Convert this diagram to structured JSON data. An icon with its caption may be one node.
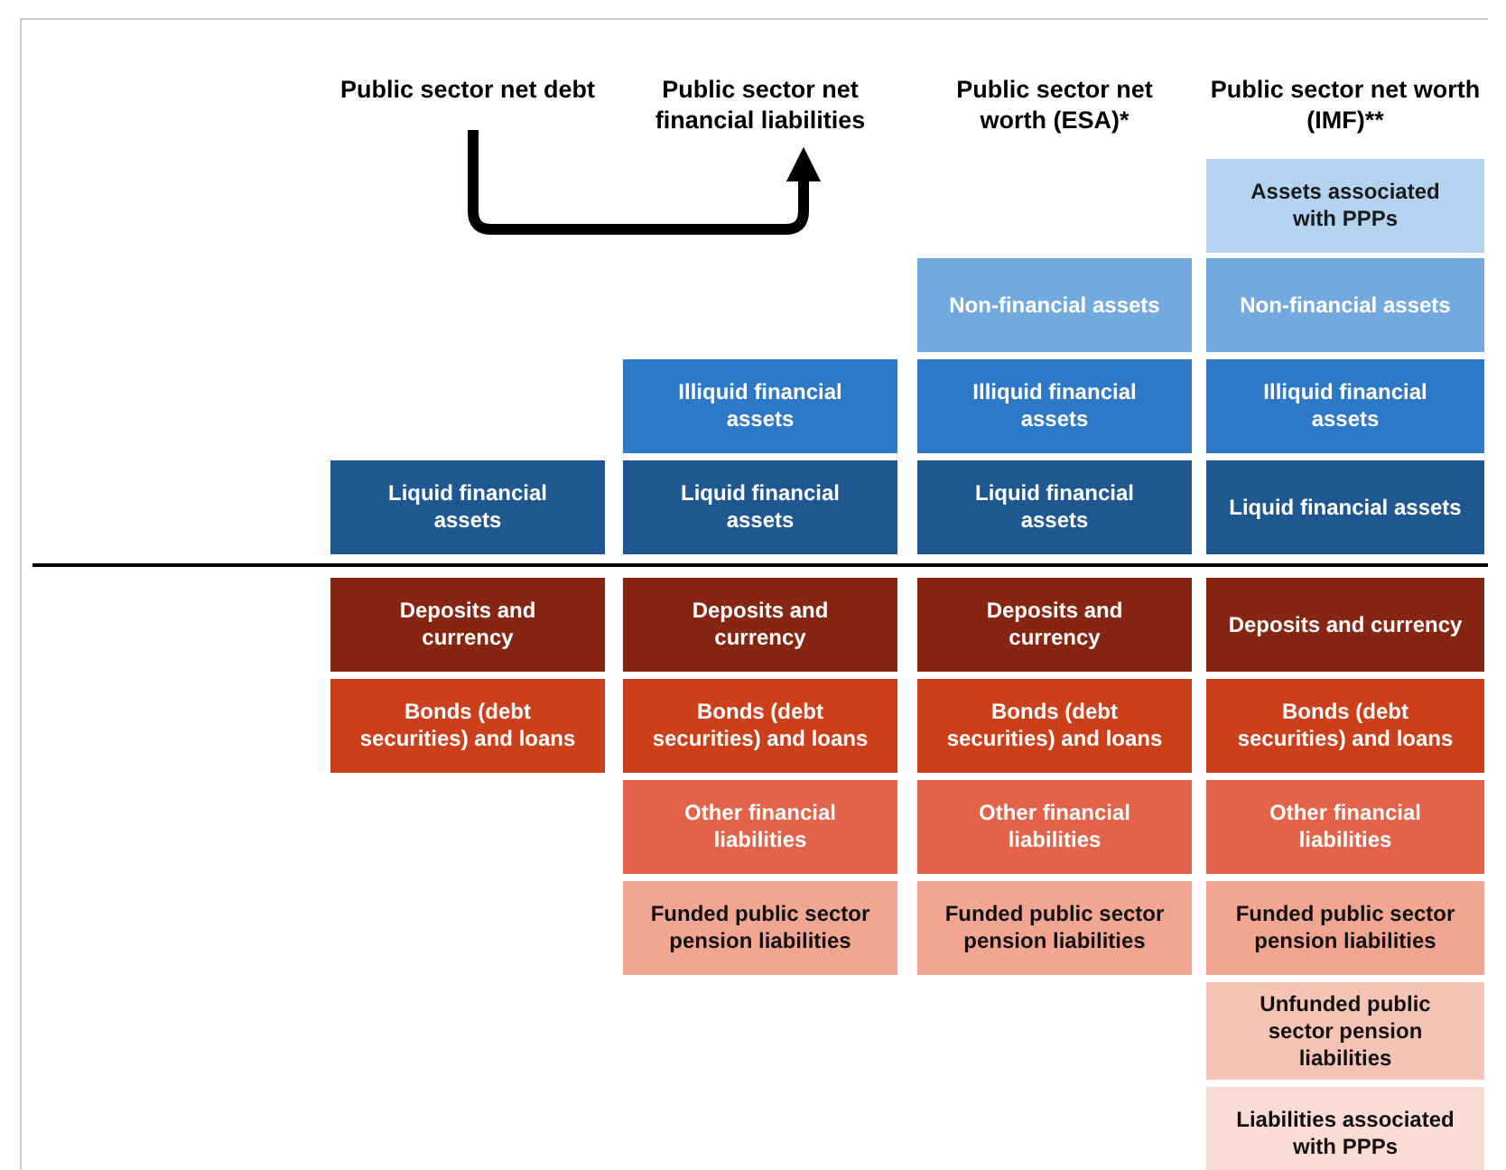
{
  "diagram": {
    "nodes": [
      {
        "text": [
          "Public sector net debt"
        ]
      },
      {
        "text": [
          "Public sector net financial liabilities"
        ]
      },
      {
        "text": [
          "Public sector net worth (ESA)*"
        ]
      },
      {
        "text": [
          "Public sector net worth (IMF)**"
        ]
      },
      {
        "text": [
          "Liquid financial assets"
        ]
      },
      {
        "text": [
          "Deposits and currency"
        ]
      },
      {
        "text": [
          "Bonds (debt securities) and loans"
        ]
      },
      {
        "text": [
          "Illiquid financial assets"
        ]
      },
      {
        "text": [
          "Liquid financial assets"
        ]
      },
      {
        "text": [
          "Deposits and currency"
        ]
      },
      {
        "text": [
          "Bonds (debt securities) and loans"
        ]
      },
      {
        "text": [
          "Other financial liabilities"
        ]
      },
      {
        "text": [
          "Funded public sector pension liabilities"
        ]
      },
      {
        "text": [
          "Non-financial assets"
        ]
      },
      {
        "text": [
          "Illiquid financial assets"
        ]
      },
      {
        "text": [
          "Liquid financial assets"
        ]
      },
      {
        "text": [
          "Deposits and currency"
        ]
      },
      {
        "text": [
          "Bonds (debt securities) and loans"
        ]
      },
      {
        "text": [
          "Other financial liabilities"
        ]
      },
      {
        "text": [
          "Funded public sector pension liabilities"
        ]
      },
      {
        "text": [
          "Assets associated with PPPs"
        ]
      },
      {
        "text": [
          "Non-financial assets"
        ]
      },
      {
        "text": [
          "Illiquid financial assets"
        ]
      },
      {
        "text": [
          "Liquid financial assets"
        ]
      },
      {
        "text": [
          "Deposits and currency"
        ]
      },
      {
        "text": [
          "Bonds (debt securities) and loans"
        ]
      },
      {
        "text": [
          "Other financial liabilities"
        ]
      },
      {
        "text": [
          "Funded public sector pension liabilities"
        ]
      },
      {
        "text": [
          "Unfunded public sector pension liabilities"
        ]
      },
      {
        "text": [
          "Liabilities associated with PPPs"
        ]
      }
    ],
    "edges": [
      {
        "from": 0,
        "to": 1,
        "arrow": "to"
      }
    ]
  }
}
